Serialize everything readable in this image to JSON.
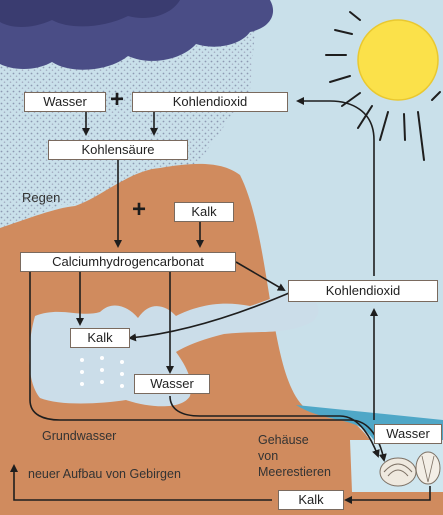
{
  "diagram": {
    "boxes": {
      "wasser_top": "Wasser",
      "kohlendioxid_top": "Kohlendioxid",
      "kohlensaeure": "Kohlensäure",
      "kalk_top": "Kalk",
      "calciumhydrogencarbonat": "Calciumhydrogencarbonat",
      "kohlendioxid_right": "Kohlendioxid",
      "kalk_cave": "Kalk",
      "wasser_cave": "Wasser",
      "wasser_sea": "Wasser",
      "kalk_bottom": "Kalk"
    },
    "labels": {
      "regen": "Regen",
      "grundwasser": "Grundwasser",
      "gehaeuse_line1": "Gehäuse",
      "gehaeuse_line2": "von",
      "gehaeuse_line3": "Meerestieren",
      "neuer_aufbau": "neuer Aufbau von Gebirgen"
    },
    "symbols": {
      "plus_top": "+",
      "plus_mid": "+"
    },
    "colors": {
      "sky": "#c9e0ea",
      "cloud": "#4a4d86",
      "rain": "#9aa6bd",
      "sun": "#fbe14a",
      "rock": "#d08b5e",
      "cave": "#cbdde9",
      "sea": "#4fa7c7",
      "arrow": "#1e1e1e"
    }
  }
}
